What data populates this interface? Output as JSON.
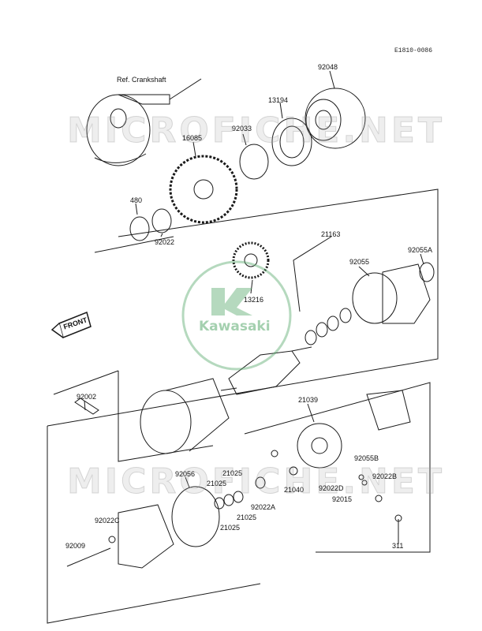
{
  "diagram_code": "E1810-0086",
  "watermark": {
    "text": "MICROFICHE.NET",
    "brand": "Kawasaki"
  },
  "front_label": "FRONT",
  "labels": {
    "ref_crankshaft": "Ref. Crankshaft",
    "p92048": "92048",
    "p13194": "13194",
    "p92033": "92033",
    "p16085": "16085",
    "p480": "480",
    "p92022_top": "92022",
    "p21163": "21163",
    "p92055": "92055",
    "p92055A": "92055A",
    "p13216": "13216",
    "p92002": "92002",
    "p21039": "21039",
    "p92056": "92056",
    "p21025_a": "21025",
    "p21025_b": "21025",
    "p21025_c": "21025",
    "p21025_d": "21025",
    "p92022A": "92022A",
    "p21040": "21040",
    "p92055B": "92055B",
    "p92022B": "92022B",
    "p92022D": "92022D",
    "p92015": "92015",
    "p92022C": "92022C",
    "p92009": "92009",
    "p311": "311"
  },
  "colors": {
    "line": "#1a1a1a",
    "watermark": "#a0a0a0",
    "brand": "#5aaa6e"
  }
}
